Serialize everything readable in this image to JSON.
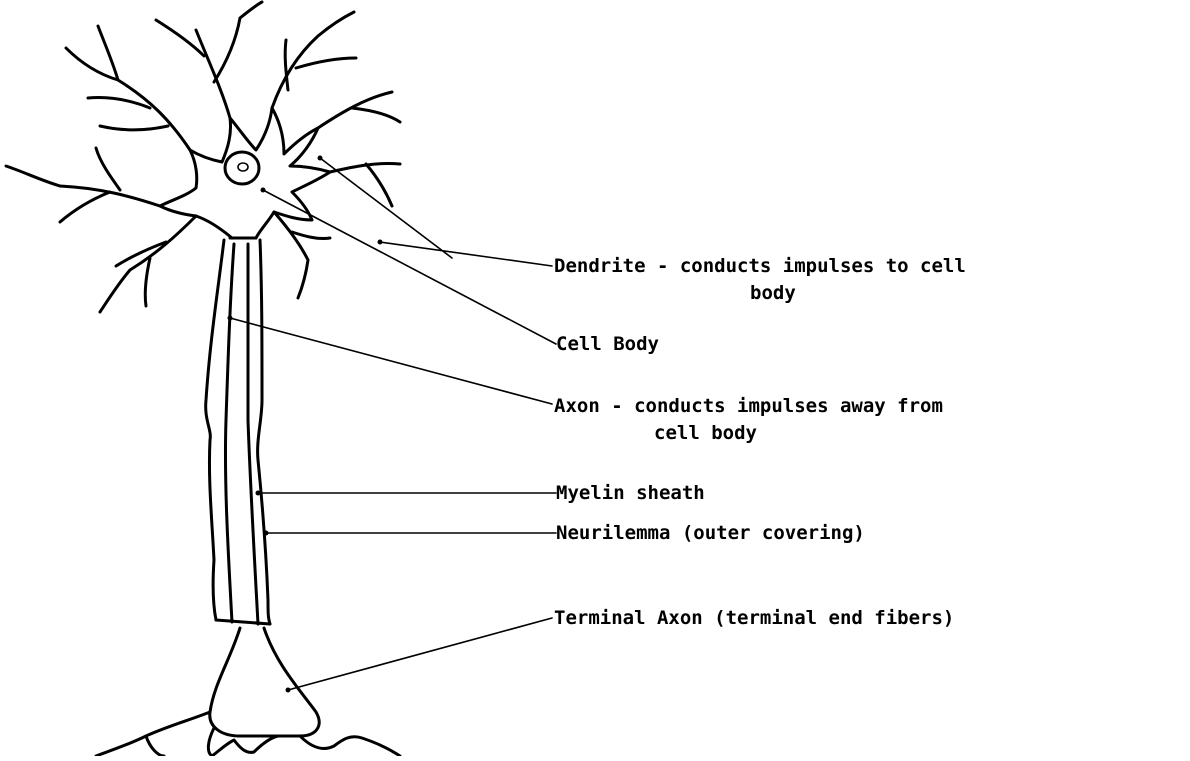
{
  "labels": {
    "dendrite_line1": "Dendrite - conducts impulses to cell",
    "dendrite_line2": "body",
    "cell_body": "Cell Body",
    "axon_line1": "Axon - conducts impulses away from",
    "axon_line2": "cell body",
    "myelin": "Myelin sheath",
    "neurilemma": "Neurilemma (outer covering)",
    "terminal": "Terminal Axon (terminal end fibers)"
  }
}
